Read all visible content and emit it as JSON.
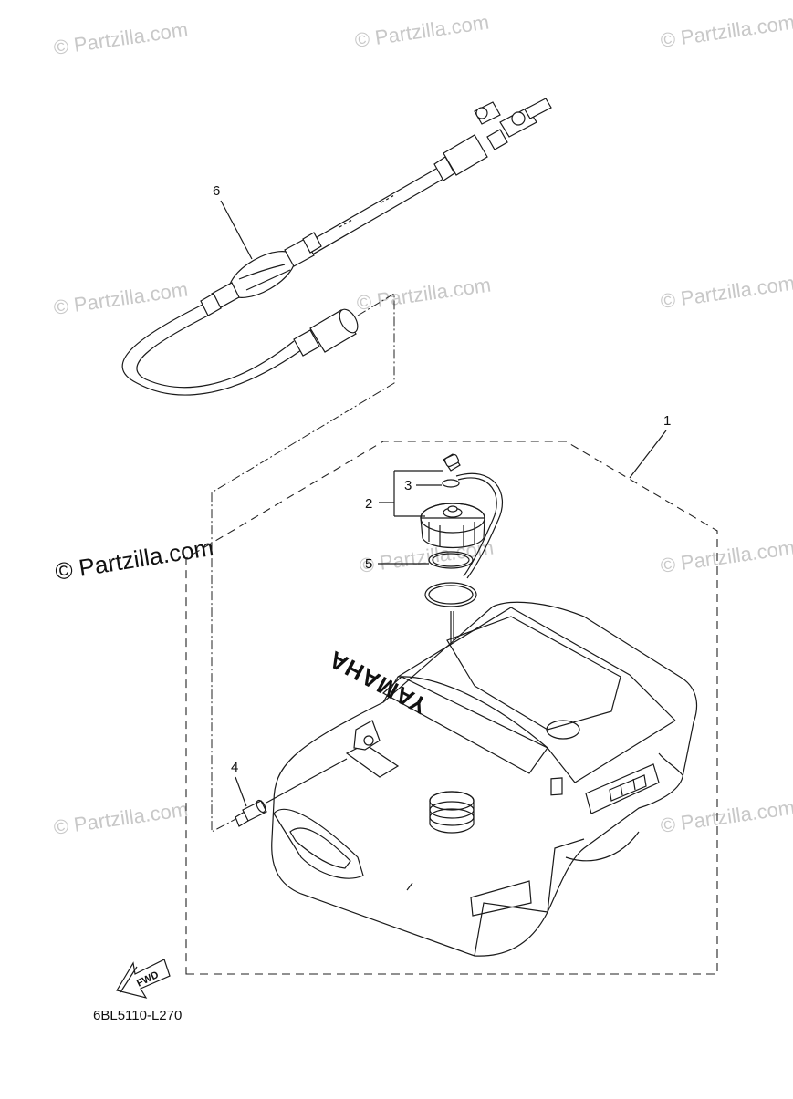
{
  "watermarks": {
    "faint": "© Partzilla.com",
    "main": "© Partzilla.com"
  },
  "callouts": {
    "c1": "1",
    "c2": "2",
    "c3": "3",
    "c4": "4",
    "c5": "5",
    "c6": "6"
  },
  "tank_brand": "YAMAHA",
  "fwd_label": "FWD",
  "diagram_code": "6BL5110-L270",
  "colors": {
    "line": "#1a1a1a",
    "watermark": "#c8c8c8",
    "background": "#ffffff"
  }
}
